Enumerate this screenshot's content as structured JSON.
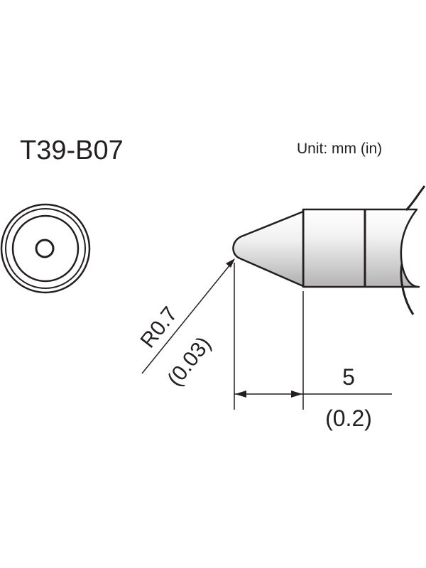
{
  "title": "T39-B07",
  "unit_label": "Unit: mm (in)",
  "radius_dimension": {
    "metric": "R0.7",
    "imperial": "(0.03)"
  },
  "length_dimension": {
    "metric": "5",
    "imperial": "(0.2)"
  },
  "colors": {
    "line": "#231f20",
    "background": "#ffffff"
  }
}
